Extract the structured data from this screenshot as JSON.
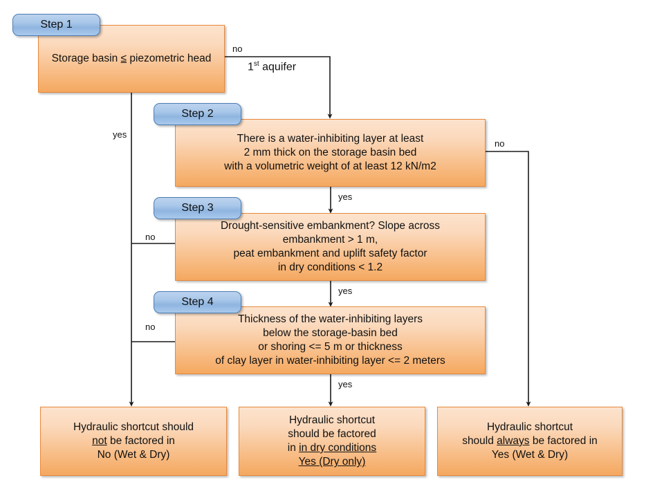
{
  "diagram": {
    "title": "Hydraulic shortcut decision flowchart",
    "colors": {
      "box_fill_top": "#FCE3CD",
      "box_fill_bottom": "#F4A860",
      "box_border": "#E8883A",
      "badge_fill": "#A9C7E9",
      "badge_border": "#4B7DB5",
      "line": "#1A1A1A",
      "text": "#111111",
      "background": "#FFFFFF"
    }
  },
  "badges": [
    {
      "label": "Step 1"
    },
    {
      "label": "Step 2"
    },
    {
      "label": "Step 3"
    },
    {
      "label": "Step 4"
    }
  ],
  "steps": {
    "step1": {
      "lines": [
        "Storage basin ≤ piezometric head"
      ]
    },
    "step2": {
      "lines": [
        "There is a water-inhibiting layer at least",
        "2 mm thick on the storage basin bed",
        "with a volumetric weight of at least 12 kN/m2"
      ]
    },
    "step3": {
      "lines": [
        "Drought-sensitive embankment? Slope across",
        "embankment > 1 m,",
        "peat embankment and uplift safety factor",
        "in dry conditions < 1.2"
      ]
    },
    "step4": {
      "lines": [
        "Thickness of the water-inhibiting layers",
        "below the storage-basin bed",
        "or shoring <= 5 m or thickness",
        "of clay layer in water-inhibiting layer <= 2 meters"
      ]
    }
  },
  "results": {
    "left": {
      "line1": "Hydraulic shortcut should",
      "line2_underlined": "not",
      "line2_rest": " be factored in",
      "line3": "No (Wet & Dry)"
    },
    "middle": {
      "line1": "Hydraulic shortcut",
      "line2": "should be factored",
      "line3_prefix": "in ",
      "line3_underlined": "in dry conditions",
      "line4_underlined": "Yes (Dry only)"
    },
    "right": {
      "line1": "Hydraulic shortcut",
      "line2_prefix": "should ",
      "line2_underlined": "always",
      "line2_rest": " be factored in",
      "line3": "Yes (Wet & Dry)"
    }
  },
  "edge_labels": {
    "step1_no": "no",
    "step1_no_sub_pre": "1",
    "step1_no_sub_sup": "st",
    "step1_no_sub_post": " aquifer",
    "step1_yes": "yes",
    "step2_no": "no",
    "step2_yes": "yes",
    "step3_no": "no",
    "step3_yes": "yes",
    "step4_no": "no",
    "step4_yes": "yes"
  }
}
